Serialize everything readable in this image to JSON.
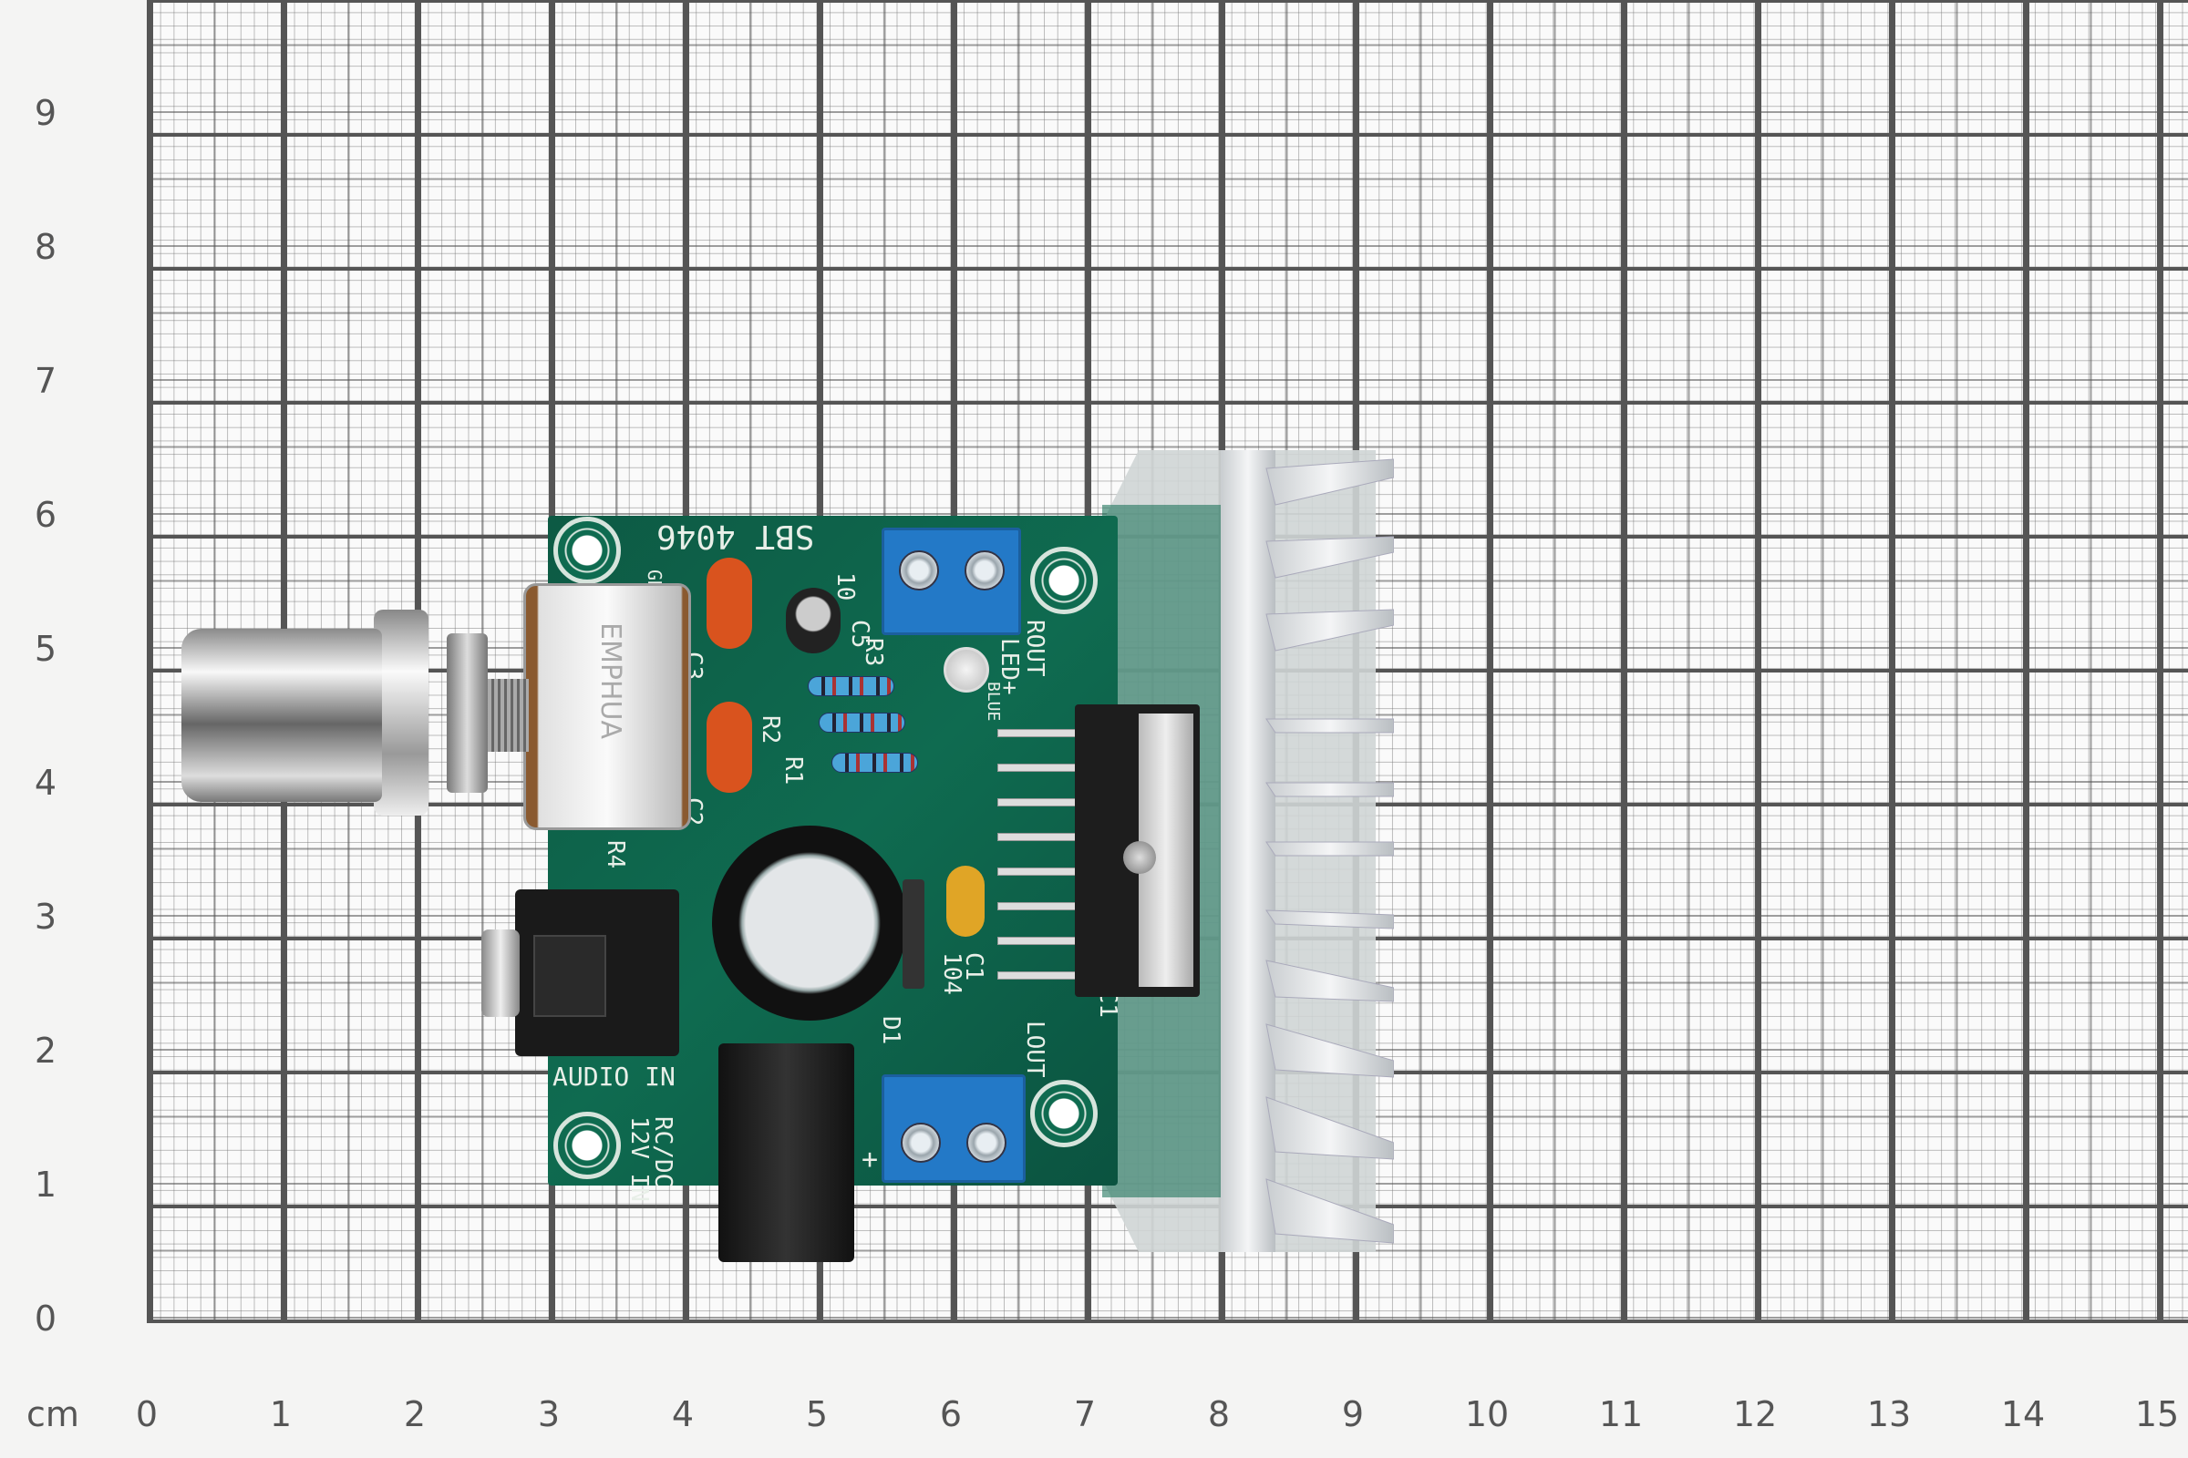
{
  "scale": {
    "unit_label": "cm",
    "x_labels": [
      "0",
      "1",
      "2",
      "3",
      "4",
      "5",
      "6",
      "7",
      "8",
      "9",
      "10",
      "11",
      "12",
      "13",
      "14",
      "15"
    ],
    "y_labels": [
      "0",
      "1",
      "2",
      "3",
      "4",
      "5",
      "6",
      "7",
      "8",
      "9"
    ]
  },
  "pcb": {
    "model": "SBT 4046",
    "pot_brand": "EMPHUA",
    "audio_in": "AUDIO IN",
    "power_in_1": "RC/DC",
    "power_in_2": "12V IN",
    "rout": "ROUT",
    "led": "LED+",
    "led_color": "BLUE",
    "lout": "LOUT",
    "r1": "R1",
    "r2": "R2",
    "r3": "R3",
    "r4": "R4",
    "c1": "C1",
    "c1_value": "104",
    "c2": "C2",
    "c3": "C3",
    "c5": "C5",
    "c5_value": "10",
    "d1": "D1",
    "ic1": "IC1",
    "gnd": "GND",
    "plus": "+"
  },
  "colors": {
    "board": "#0f6b50",
    "terminal": "#2379c7",
    "grid": "#555555"
  }
}
